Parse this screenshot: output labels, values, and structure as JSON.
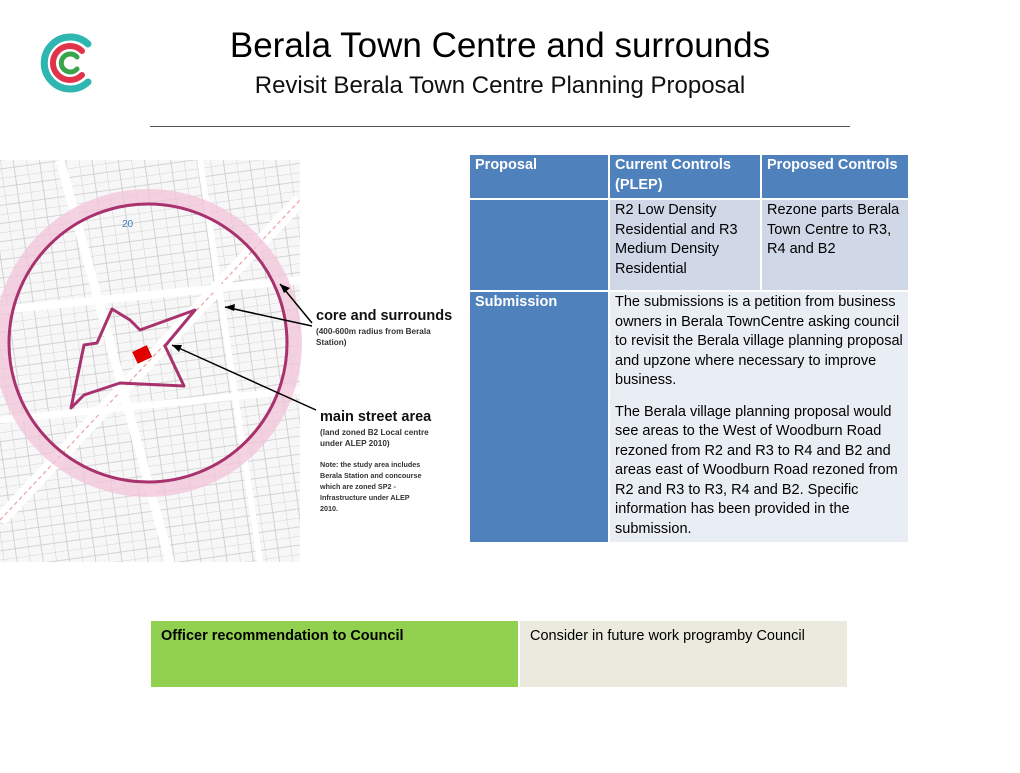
{
  "slide": {
    "title": "Berala Town Centre and surrounds",
    "subtitle": "Revisit Berala Town Centre Planning Proposal"
  },
  "logo": {
    "icon": "council-c-logo-icon",
    "colors": [
      "#2eb6b0",
      "#e0344b",
      "#3aa44c"
    ]
  },
  "map": {
    "road_number": "20",
    "core_label": "core and surrounds",
    "core_note": [
      "(400-600m radius from Berala",
      "Station)"
    ],
    "main_label": "main street area",
    "main_note": [
      "(land zoned B2 Local centre",
      "under ALEP 2010)"
    ],
    "study_note": [
      "Note: the study area includes",
      "Berala Station and concourse",
      "which are zoned SP2 -",
      "Infrastructure under ALEP",
      "2010."
    ]
  },
  "proposal_table": {
    "headers": {
      "proposal": "Proposal",
      "current": "Current Controls (PLEP)",
      "proposed": "Proposed Controls"
    },
    "current_controls": "R2 Low Density Residential and R3 Medium Density Residential",
    "proposed_controls": "Rezone parts Berala Town Centre to R3, R4 and B2",
    "submission_label": "Submission",
    "submission_text_1": "The submissions is a petition from business owners in Berala TownCentre asking council to revisit the Berala village planning proposal and upzone where necessary to improve business.",
    "submission_text_2": "The Berala village planning proposal would see areas to the West of Woodburn Road rezoned from R2 and R3 to R4 and B2 and areas east of Woodburn Road rezoned from R2 and R3 to R3, R4 and B2. Specific information has been provided in the submission."
  },
  "recommendation": {
    "label": "Officer recommendation to Council",
    "value": "Consider in future work programby Council"
  },
  "colors": {
    "header_blue": "#4f81bd",
    "cell_light": "#d0d8e8",
    "cell_lighter": "#e9edf4",
    "rec_green": "#92d050",
    "rec_beige": "#ebeadf",
    "circle_magenta": "#a8326e",
    "zone_red": "#e00000"
  }
}
